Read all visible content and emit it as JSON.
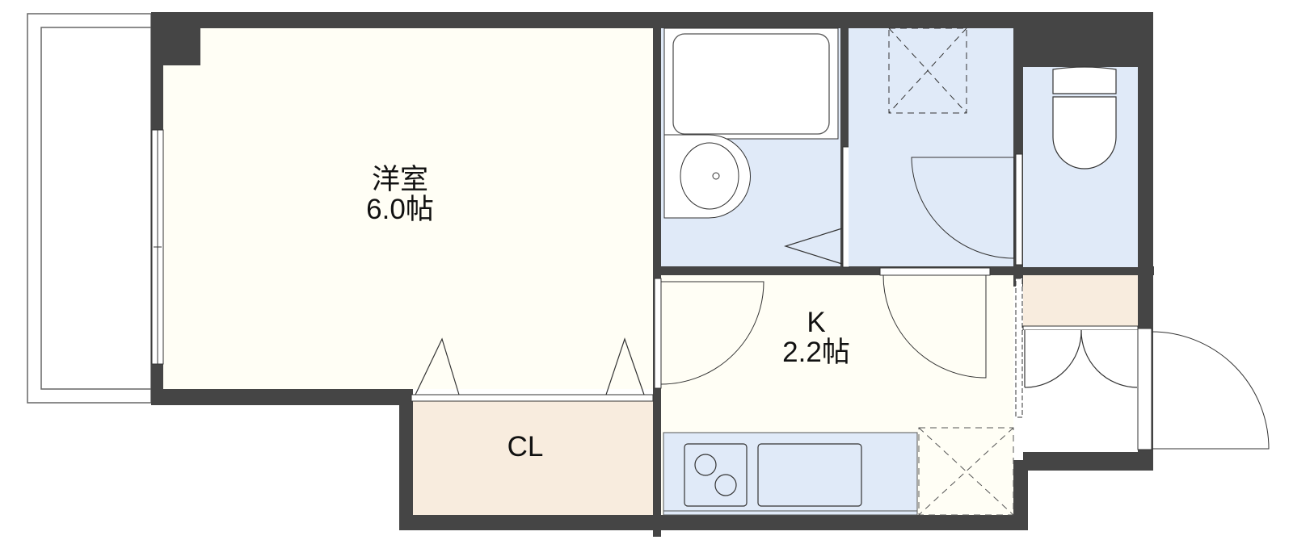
{
  "title": "1K floor plan",
  "rooms": {
    "western_room": {
      "name": "洋室",
      "size": "6.0帖"
    },
    "kitchen": {
      "name": "K",
      "size": "2.2帖"
    },
    "closet": {
      "name": "CL"
    }
  },
  "colors": {
    "wall": "#454545",
    "room_floor": "#fffef5",
    "wet_area": "#e0eaf8",
    "storage": "#f8ecde",
    "outline": "#333333"
  },
  "fixtures": [
    "bathtub",
    "washbasin",
    "washing-machine-space",
    "toilet",
    "kitchen-stove",
    "kitchen-sink",
    "refrigerator-space",
    "shoe-cabinet",
    "entrance-door",
    "balcony"
  ]
}
